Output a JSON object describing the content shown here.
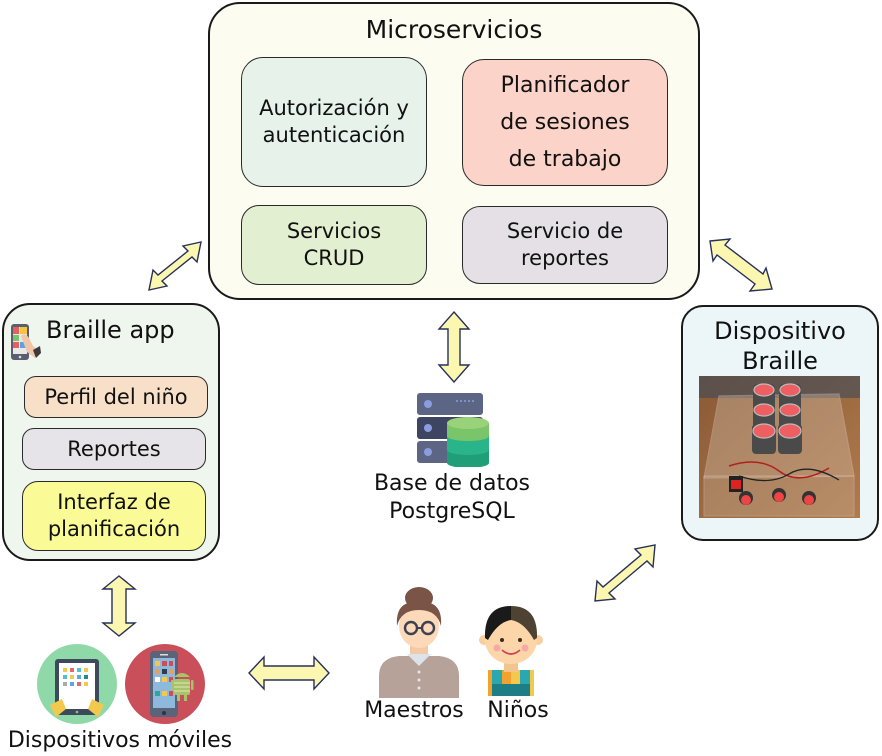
{
  "microservices": {
    "title": "Microservicios",
    "services": [
      {
        "label": "Autorización y\nautenticación",
        "color": "#e6f2ea"
      },
      {
        "label": "Planificador\nde sesiones\nde trabajo",
        "color": "#fcd3c8"
      },
      {
        "label": "Servicios\nCRUD",
        "color": "#e2efd0"
      },
      {
        "label": "Servicio de\nreportes",
        "color": "#e4e0e6"
      }
    ],
    "background": "#fcfcf0"
  },
  "braille_app": {
    "title": "Braille app",
    "icon": "phone-touch-icon",
    "modules": [
      {
        "label": "Perfil del niño",
        "color": "#f8dfc8"
      },
      {
        "label": "Reportes",
        "color": "#e6e4e8"
      },
      {
        "label": "Interfaz de\nplanificación",
        "color": "#fafa96"
      }
    ],
    "background": "#eff6ee"
  },
  "braille_device": {
    "title": "Dispositivo\nBraille",
    "image": "braille-device-photo",
    "background": "#ecf6f8"
  },
  "database": {
    "label": "Base de datos\nPostgreSQL",
    "icon": "database-server-icon"
  },
  "mobile_devices": {
    "label": "Dispositivos móviles",
    "icons": [
      "tablet-icon",
      "android-phone-icon"
    ]
  },
  "users": {
    "teachers_label": "Maestros",
    "children_label": "Niños",
    "icons": [
      "teacher-avatar-icon",
      "child-avatar-icon"
    ]
  },
  "connections": [
    {
      "from": "braille_app",
      "to": "microservices",
      "type": "bidirectional"
    },
    {
      "from": "microservices",
      "to": "braille_device",
      "type": "bidirectional"
    },
    {
      "from": "microservices",
      "to": "database",
      "type": "bidirectional"
    },
    {
      "from": "braille_app",
      "to": "mobile_devices",
      "type": "bidirectional"
    },
    {
      "from": "mobile_devices",
      "to": "users",
      "type": "bidirectional"
    },
    {
      "from": "users",
      "to": "braille_device",
      "type": "bidirectional"
    }
  ],
  "arrow_color": "#fcf7b0"
}
